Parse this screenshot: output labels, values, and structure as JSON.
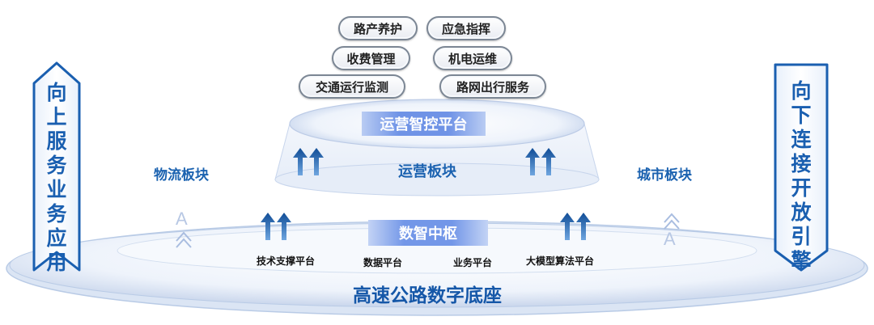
{
  "services": {
    "pills": [
      "路产养护",
      "应急指挥",
      "收费管理",
      "机电运维",
      "交通运行监测",
      "路网出行服务"
    ]
  },
  "operations": {
    "platform_label": "运营智控平台",
    "block_label": "运营板块"
  },
  "hub": {
    "label": "数智中枢",
    "platforms": [
      "技术支撑平台",
      "数据平台",
      "业务平台",
      "大模型算法平台"
    ]
  },
  "side_blocks": {
    "left": "物流板块",
    "right": "城市板块"
  },
  "base": {
    "title": "高速公路数字底座"
  },
  "banners": {
    "left": "向上服务业务应用",
    "right": "向下连接开放引擎"
  },
  "decorations": {
    "a_glyph": "A"
  },
  "colors": {
    "accent_blue": "#1a5fb0",
    "chip_blue": "#6f93e6"
  }
}
